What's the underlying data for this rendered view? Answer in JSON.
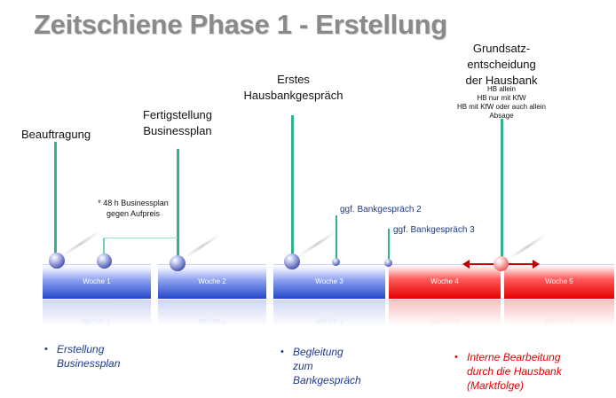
{
  "title": "Zeitschiene Phase 1 - Erstellung",
  "milestones": {
    "beauftragung": "Beauftragung",
    "fertigstellung_1": "Fertigstellung",
    "fertigstellung_2": "Businessplan",
    "erstes_1": "Erstes",
    "erstes_2": "Hausbankgespräch",
    "grundsatz_1": "Grundsatz-",
    "grundsatz_2": "entscheidung",
    "grundsatz_3": "der Hausbank",
    "grundsatz_options": [
      "HB allein",
      "HB nur mit KfW",
      "HB mit KfW oder auch allein",
      "Absage"
    ]
  },
  "note_1": "* 48 h Businessplan",
  "note_2": "gegen Aufpreis",
  "bank_2": "ggf. Bankgespräch 2",
  "bank_3": "ggf. Bankgespräch 3",
  "weeks": [
    "Woche 1",
    "Woche 2",
    "Woche 3",
    "Woche 4",
    "Woche 5"
  ],
  "colors": {
    "blue": "#2246c8",
    "red": "#e50000",
    "stem": "#35b08e",
    "blue_text": "#1c3a8c"
  },
  "bullets": {
    "left_1": "Erstellung",
    "left_2": "Businessplan",
    "mid_1": "Begleitung",
    "mid_2": "zum",
    "mid_3": "Bankgespräch",
    "right_1": "Interne Bearbeitung",
    "right_2": "durch die Hausbank",
    "right_3": "(Marktfolge)"
  }
}
